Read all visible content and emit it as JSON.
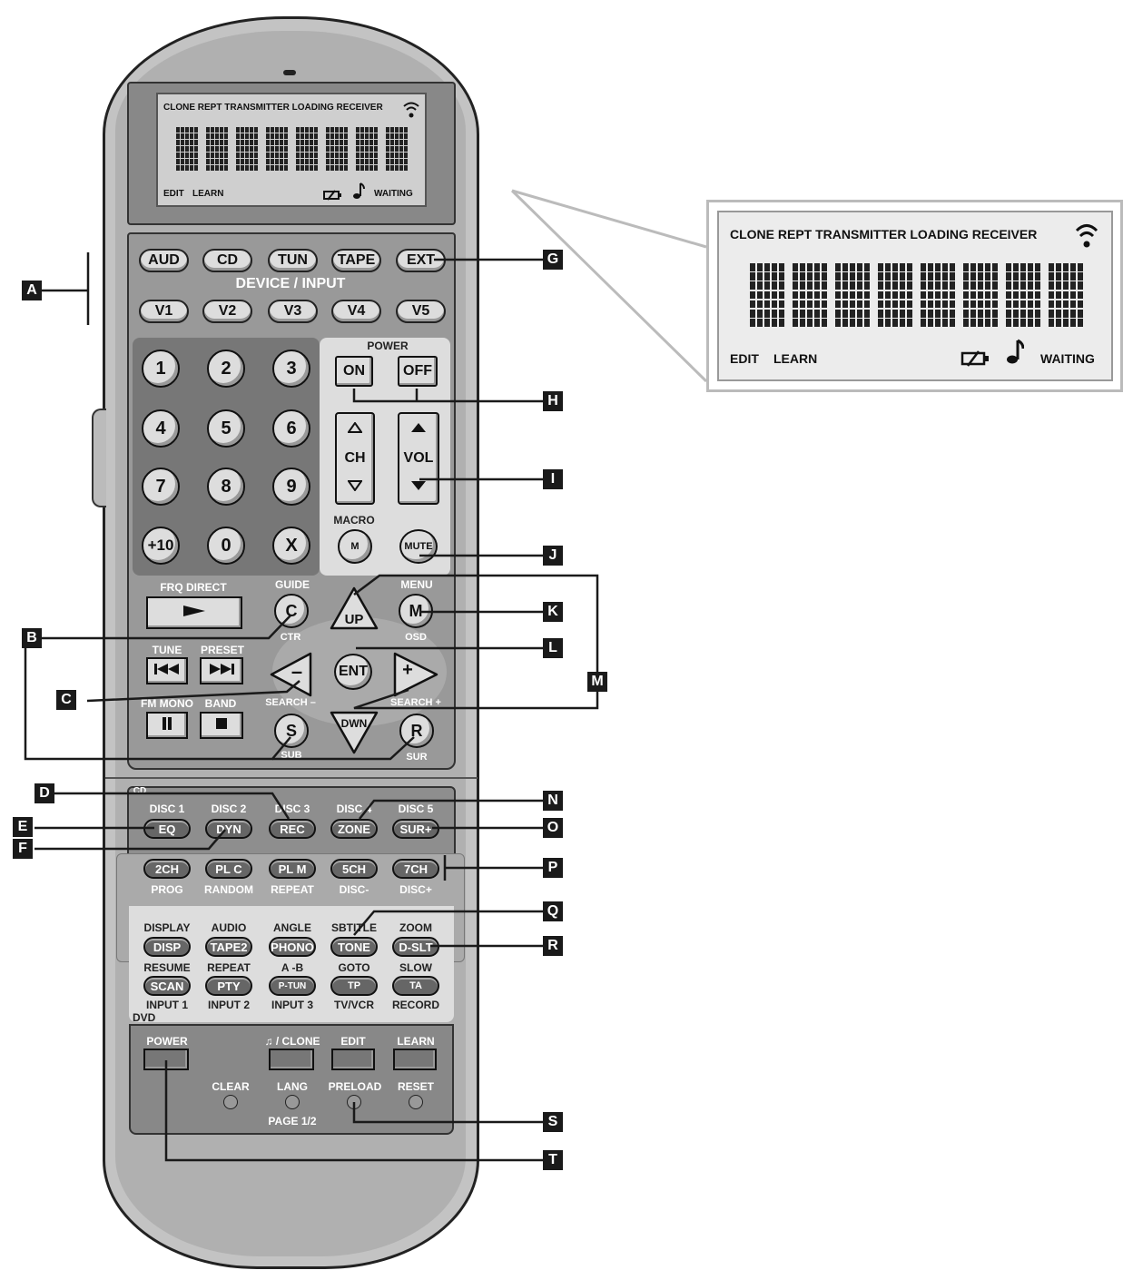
{
  "lcd": {
    "top_text": "CLONE REPT TRANSMITTER LOADING RECEIVER",
    "edit": "EDIT",
    "learn": "LEARN",
    "waiting": "WAITING",
    "wifi_icon": "wireless-signal-icon",
    "battery_icon": "battery-icon",
    "note_icon": "music-note-icon"
  },
  "device": {
    "row1": [
      "AUD",
      "CD",
      "TUN",
      "TAPE",
      "EXT"
    ],
    "label": "DEVICE / INPUT",
    "row2": [
      "V1",
      "V2",
      "V3",
      "V4",
      "V5"
    ]
  },
  "numpad": [
    "1",
    "2",
    "3",
    "4",
    "5",
    "6",
    "7",
    "8",
    "9",
    "+10",
    "0",
    "X"
  ],
  "power": {
    "label": "POWER",
    "on": "ON",
    "off": "OFF"
  },
  "ch": "CH",
  "vol": "VOL",
  "macro": {
    "label": "MACRO",
    "m": "M",
    "mute": "MUTE"
  },
  "nav": {
    "frq_direct": "FRQ DIRECT",
    "guide": "GUIDE",
    "c": "C",
    "ctr": "CTR",
    "up": "UP",
    "menu": "MENU",
    "m": "M",
    "osd": "OSD",
    "tune": "TUNE",
    "preset": "PRESET",
    "minus": "–",
    "ent": "ENT",
    "plus": "+",
    "search_minus": "SEARCH –",
    "search_plus": "SEARCH +",
    "fm_mono": "FM MONO",
    "band": "BAND",
    "s": "S",
    "dwn": "DWN",
    "r": "R",
    "sub": "SUB",
    "sur": "SUR"
  },
  "cd": {
    "label": "CD",
    "disc_labels": [
      "DISC 1",
      "DISC 2",
      "DISC 3",
      "DISC 4",
      "DISC 5"
    ],
    "row1": [
      "EQ",
      "DYN",
      "REC",
      "ZONE",
      "SUR+"
    ],
    "row2": [
      "2CH",
      "PL C",
      "PL M",
      "5CH",
      "7CH"
    ],
    "row2_sub": [
      "PROG",
      "RANDOM",
      "REPEAT",
      "DISC-",
      "DISC+"
    ]
  },
  "dvd": {
    "top_labels": [
      "DISPLAY",
      "AUDIO",
      "ANGLE",
      "SBTITLE",
      "ZOOM"
    ],
    "row1": [
      "DISP",
      "TAPE2",
      "PHONO",
      "TONE",
      "D-SLT"
    ],
    "mid_labels": [
      "RESUME",
      "REPEAT",
      "A -B",
      "GOTO",
      "SLOW"
    ],
    "row2": [
      "SCAN",
      "PTY",
      "P-TUN",
      "TP",
      "TA"
    ],
    "bottom_labels": [
      "INPUT 1",
      "INPUT 2",
      "INPUT 3",
      "TV/VCR",
      "RECORD"
    ],
    "label": "DVD"
  },
  "bottom": {
    "power": "POWER",
    "clone": "♫ / CLONE",
    "edit": "EDIT",
    "learn": "LEARN",
    "clear": "CLEAR",
    "lang": "LANG",
    "preload": "PRELOAD",
    "reset": "RESET",
    "page": "PAGE 1/2"
  },
  "callouts": [
    "A",
    "B",
    "C",
    "D",
    "E",
    "F",
    "G",
    "H",
    "I",
    "J",
    "K",
    "L",
    "M",
    "N",
    "O",
    "P",
    "Q",
    "R",
    "S",
    "T"
  ]
}
